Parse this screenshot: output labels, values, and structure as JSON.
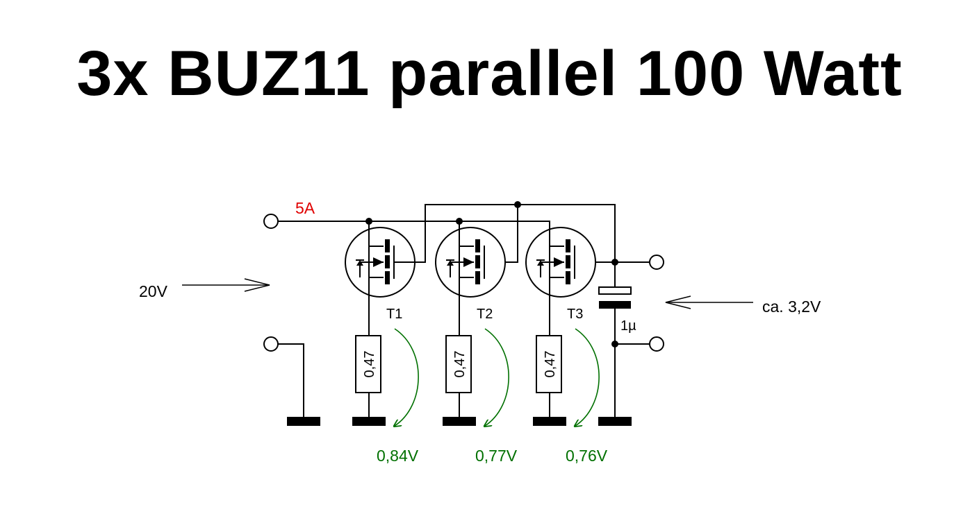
{
  "title": "3x BUZ11 parallel 100 Watt",
  "labels": {
    "current": "5A",
    "input_voltage": "20V",
    "gate_voltage": "ca. 3,2V",
    "capacitor": "1µ"
  },
  "transistors": [
    {
      "name": "T1",
      "resistor": "0,47",
      "voltage": "0,84V"
    },
    {
      "name": "T2",
      "resistor": "0,47",
      "voltage": "0,77V"
    },
    {
      "name": "T3",
      "resistor": "0,47",
      "voltage": "0,76V"
    }
  ],
  "colors": {
    "wire": "#000000",
    "current_label": "#e00000",
    "voltage_label": "#007000"
  }
}
